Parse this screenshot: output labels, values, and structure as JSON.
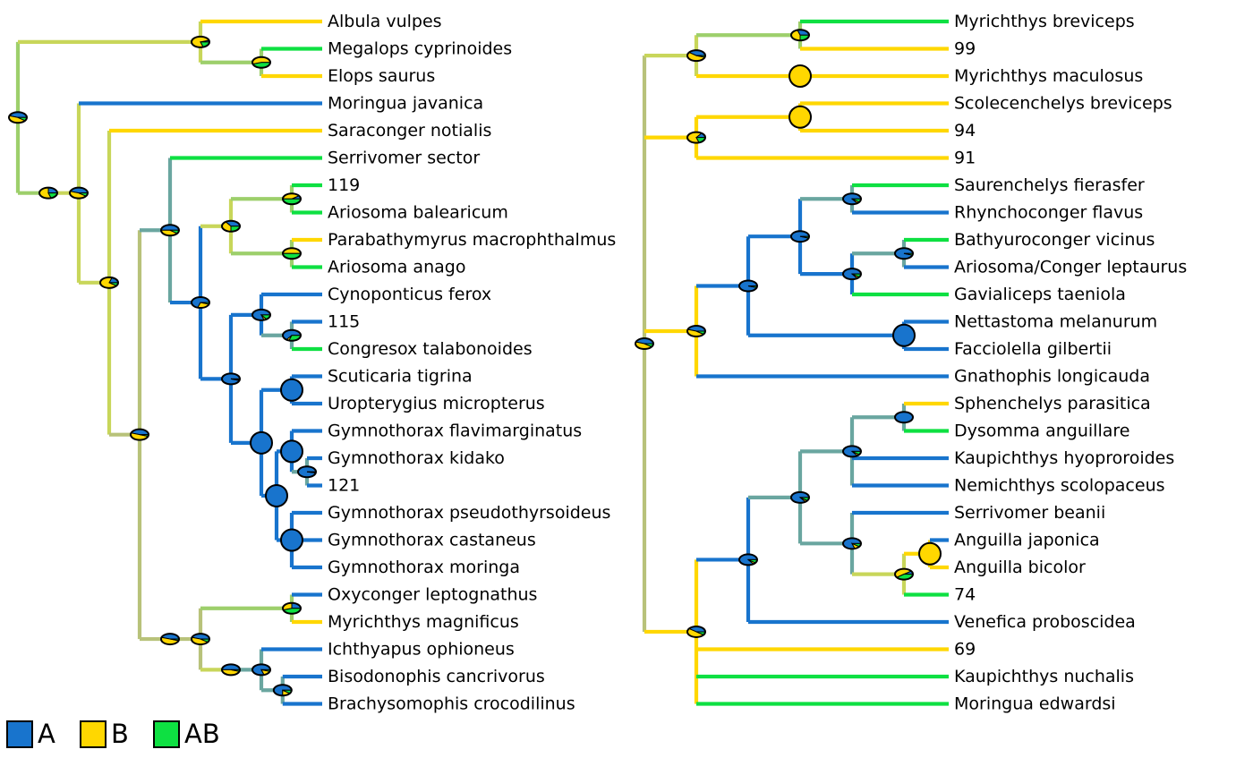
{
  "figure": {
    "type": "stochastic character map phylogeny with ancestral state pies",
    "states": [
      {
        "label": "A",
        "color": "#1874CD"
      },
      {
        "label": "B",
        "color": "#FFD700"
      },
      {
        "label": "AB",
        "color": "#0EE042"
      }
    ]
  },
  "legend": {
    "items": [
      {
        "label": "A",
        "color": "#1874CD"
      },
      {
        "label": "B",
        "color": "#FFD700"
      },
      {
        "label": "AB",
        "color": "#0EE042"
      }
    ]
  },
  "tips": [
    {
      "label": "Albula vulpes",
      "state": "B"
    },
    {
      "label": "Megalops cyprinoides",
      "state": "AB"
    },
    {
      "label": "Elops saurus",
      "state": "B"
    },
    {
      "label": "Moringua javanica",
      "state": "A"
    },
    {
      "label": "Saraconger notialis",
      "state": "B"
    },
    {
      "label": "Serrivomer sector",
      "state": "AB"
    },
    {
      "label": "119",
      "state": "AB"
    },
    {
      "label": "Ariosoma balearicum",
      "state": "AB"
    },
    {
      "label": "Parabathymyrus macrophthalmus",
      "state": "B"
    },
    {
      "label": "Ariosoma anago",
      "state": "AB"
    },
    {
      "label": "Cynoponticus ferox",
      "state": "A"
    },
    {
      "label": "115",
      "state": "A"
    },
    {
      "label": "Congresox talabonoides",
      "state": "AB"
    },
    {
      "label": "Scuticaria tigrina",
      "state": "A"
    },
    {
      "label": "Uropterygius micropterus",
      "state": "A"
    },
    {
      "label": "Gymnothorax flavimarginatus",
      "state": "A"
    },
    {
      "label": "Gymnothorax kidako",
      "state": "A"
    },
    {
      "label": "121",
      "state": "A"
    },
    {
      "label": "Gymnothorax pseudothyrsoideus",
      "state": "A"
    },
    {
      "label": "Gymnothorax castaneus",
      "state": "A"
    },
    {
      "label": "Gymnothorax moringa",
      "state": "A"
    },
    {
      "label": "Oxyconger leptognathus",
      "state": "A"
    },
    {
      "label": "Myrichthys magnificus",
      "state": "B"
    },
    {
      "label": "Ichthyapus ophioneus",
      "state": "A"
    },
    {
      "label": "Bisodonophis cancrivorus",
      "state": "A"
    },
    {
      "label": "Brachysomophis crocodilinus",
      "state": "A"
    },
    {
      "label": "Myrichthys breviceps",
      "state": "AB"
    },
    {
      "label": "99",
      "state": "B"
    },
    {
      "label": "Myrichthys maculosus",
      "state": "B"
    },
    {
      "label": "Scolecenchelys breviceps",
      "state": "B"
    },
    {
      "label": "94",
      "state": "B"
    },
    {
      "label": "91",
      "state": "B"
    },
    {
      "label": "Saurenchelys fierasfer",
      "state": "AB"
    },
    {
      "label": "Rhynchoconger flavus",
      "state": "A"
    },
    {
      "label": "Bathyuroconger vicinus",
      "state": "AB"
    },
    {
      "label": "Ariosoma/Conger leptaurus",
      "state": "A"
    },
    {
      "label": "Gavialiceps taeniola",
      "state": "AB"
    },
    {
      "label": "Nettastoma melanurum",
      "state": "A"
    },
    {
      "label": "Facciolella gilbertii",
      "state": "A"
    },
    {
      "label": "Gnathophis longicauda",
      "state": "A"
    },
    {
      "label": "Sphenchelys parasitica",
      "state": "B"
    },
    {
      "label": "Dysomma anguillare",
      "state": "AB"
    },
    {
      "label": "Kaupichthys hyoproroides",
      "state": "A"
    },
    {
      "label": "Nemichthys scolopaceus",
      "state": "A"
    },
    {
      "label": "Serrivomer beanii",
      "state": "A"
    },
    {
      "label": "Anguilla japonica",
      "state": "A"
    },
    {
      "label": "Anguilla bicolor",
      "state": "B"
    },
    {
      "label": "74",
      "state": "AB"
    },
    {
      "label": "Venefica proboscidea",
      "state": "A"
    },
    {
      "label": "69",
      "state": "B"
    },
    {
      "label": "Kaupichthys nuchalis",
      "state": "AB"
    },
    {
      "label": "Moringua edwardsi",
      "state": "AB"
    }
  ],
  "nodes": [
    {
      "id": "root",
      "pie": [
        0.45,
        0.45,
        0.1
      ]
    },
    {
      "id": "n_albula_megalops",
      "pie": [
        0.05,
        0.75,
        0.2
      ]
    },
    {
      "id": "n_megalops_elops",
      "pie": [
        0.0,
        0.55,
        0.45
      ]
    },
    {
      "id": "n_main",
      "pie": [
        0.25,
        0.55,
        0.2
      ]
    },
    {
      "id": "n_moringua_jav",
      "pie": [
        0.45,
        0.45,
        0.1
      ]
    },
    {
      "id": "n_core",
      "pie": [
        0.2,
        0.7,
        0.1
      ]
    },
    {
      "id": "n_core2",
      "pie": [
        0.45,
        0.5,
        0.05
      ]
    },
    {
      "id": "n_cong1",
      "pie": [
        0.5,
        0.4,
        0.1
      ]
    },
    {
      "id": "n_ario",
      "pie": [
        0.35,
        0.4,
        0.25
      ]
    },
    {
      "id": "n_ario_bal",
      "pie": [
        0.1,
        0.4,
        0.5
      ]
    },
    {
      "id": "n_ario_ana",
      "pie": [
        0.0,
        0.5,
        0.5
      ]
    },
    {
      "id": "n_cong2",
      "pie": [
        0.7,
        0.25,
        0.05
      ]
    },
    {
      "id": "n_mur",
      "pie": [
        0.95,
        0.03,
        0.02
      ]
    },
    {
      "id": "n_cyno",
      "pie": [
        0.8,
        0.05,
        0.15
      ]
    },
    {
      "id": "n_congresox",
      "pie": [
        0.65,
        0.05,
        0.3
      ]
    },
    {
      "id": "n_gym1",
      "pie": [
        1.0,
        0.0,
        0.0
      ]
    },
    {
      "id": "n_scut",
      "pie": [
        1.0,
        0.0,
        0.0
      ]
    },
    {
      "id": "n_gym2",
      "pie": [
        1.0,
        0.0,
        0.0
      ]
    },
    {
      "id": "n_gym3",
      "pie": [
        1.0,
        0.0,
        0.0
      ]
    },
    {
      "id": "n_gymk",
      "pie": [
        0.97,
        0.0,
        0.03
      ]
    },
    {
      "id": "n_gymk2",
      "pie": [
        0.97,
        0.0,
        0.03
      ]
    },
    {
      "id": "n_gym4",
      "pie": [
        1.0,
        0.0,
        0.0
      ]
    },
    {
      "id": "n_oph",
      "pie": [
        0.45,
        0.5,
        0.05
      ]
    },
    {
      "id": "n_oph2",
      "pie": [
        0.45,
        0.45,
        0.1
      ]
    },
    {
      "id": "n_myr_mag",
      "pie": [
        0.25,
        0.3,
        0.45
      ]
    },
    {
      "id": "n_oph3",
      "pie": [
        0.5,
        0.45,
        0.05
      ]
    },
    {
      "id": "n_ich",
      "pie": [
        0.8,
        0.15,
        0.05
      ]
    },
    {
      "id": "n_bis",
      "pie": [
        0.75,
        0.15,
        0.1
      ]
    },
    {
      "id": "n_brach",
      "pie": [
        0.4,
        0.55,
        0.05
      ]
    },
    {
      "id": "n_myr_brev",
      "pie": [
        0.3,
        0.45,
        0.25
      ]
    },
    {
      "id": "n_99",
      "pie": [
        0.0,
        1.0,
        0.0
      ]
    },
    {
      "id": "n_94",
      "pie": [
        0.0,
        1.0,
        0.0
      ]
    },
    {
      "id": "n_scol",
      "pie": [
        0.15,
        0.65,
        0.2
      ]
    },
    {
      "id": "n_cong3",
      "pie": [
        0.45,
        0.45,
        0.1
      ]
    },
    {
      "id": "n_rhyn",
      "pie": [
        0.95,
        0.0,
        0.05
      ]
    },
    {
      "id": "n_rhyn2",
      "pie": [
        0.95,
        0.0,
        0.05
      ]
    },
    {
      "id": "n_bathy",
      "pie": [
        0.85,
        0.05,
        0.1
      ]
    },
    {
      "id": "n_gav",
      "pie": [
        0.85,
        0.05,
        0.1
      ]
    },
    {
      "id": "n_nett",
      "pie": [
        0.95,
        0.0,
        0.05
      ]
    },
    {
      "id": "n_facc",
      "pie": [
        1.0,
        0.0,
        0.0
      ]
    },
    {
      "id": "n_ang_outer",
      "pie": [
        0.4,
        0.5,
        0.1
      ]
    },
    {
      "id": "n_ang_outer2",
      "pie": [
        0.45,
        0.45,
        0.1
      ]
    },
    {
      "id": "n_ang",
      "pie": [
        0.85,
        0.05,
        0.1
      ]
    },
    {
      "id": "n_ang2",
      "pie": [
        0.85,
        0.05,
        0.1
      ]
    },
    {
      "id": "n_sphen",
      "pie": [
        0.85,
        0.05,
        0.1
      ]
    },
    {
      "id": "n_dys",
      "pie": [
        0.85,
        0.05,
        0.1
      ]
    },
    {
      "id": "n_kaup",
      "pie": [
        1.0,
        0.0,
        0.0
      ]
    },
    {
      "id": "n_serr",
      "pie": [
        0.8,
        0.1,
        0.1
      ]
    },
    {
      "id": "n_anguilla",
      "pie": [
        0.0,
        1.0,
        0.0
      ]
    },
    {
      "id": "n_74",
      "pie": [
        0.1,
        0.5,
        0.4
      ]
    }
  ]
}
